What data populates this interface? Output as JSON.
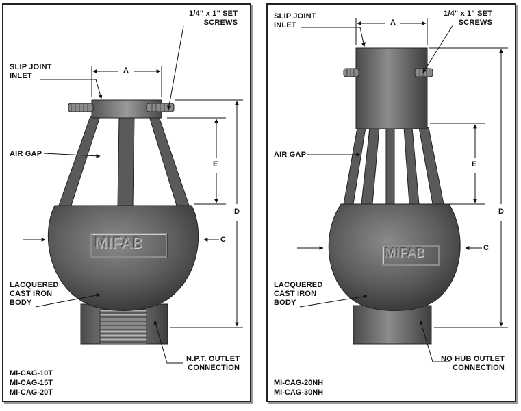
{
  "left": {
    "labels": {
      "set_screws": "1/4\" x 1\" SET\nSCREWS",
      "slip_joint": "SLIP JOINT\nINLET",
      "air_gap": "AIR GAP",
      "body": "LACQUERED\nCAST IRON\nBODY",
      "outlet": "N.P.T. OUTLET\nCONNECTION"
    },
    "dims": {
      "a": "A",
      "c": "C",
      "d": "D",
      "e": "E"
    },
    "logo": "MIFAB",
    "models": [
      "MI-CAG-10T",
      "MI-CAG-15T",
      "MI-CAG-20T"
    ]
  },
  "right": {
    "labels": {
      "set_screws": "1/4\" x 1\" SET\nSCREWS",
      "slip_joint": "SLIP JOINT\nINLET",
      "air_gap": "AIR GAP",
      "body": "LACQUERED\nCAST IRON\nBODY",
      "outlet": "NO HUB OUTLET\nCONNECTION"
    },
    "dims": {
      "a": "A",
      "c": "C",
      "d": "D",
      "e": "E"
    },
    "logo": "MIFAB",
    "models": [
      "MI-CAG-20NH",
      "MI-CAG-30NH"
    ]
  }
}
